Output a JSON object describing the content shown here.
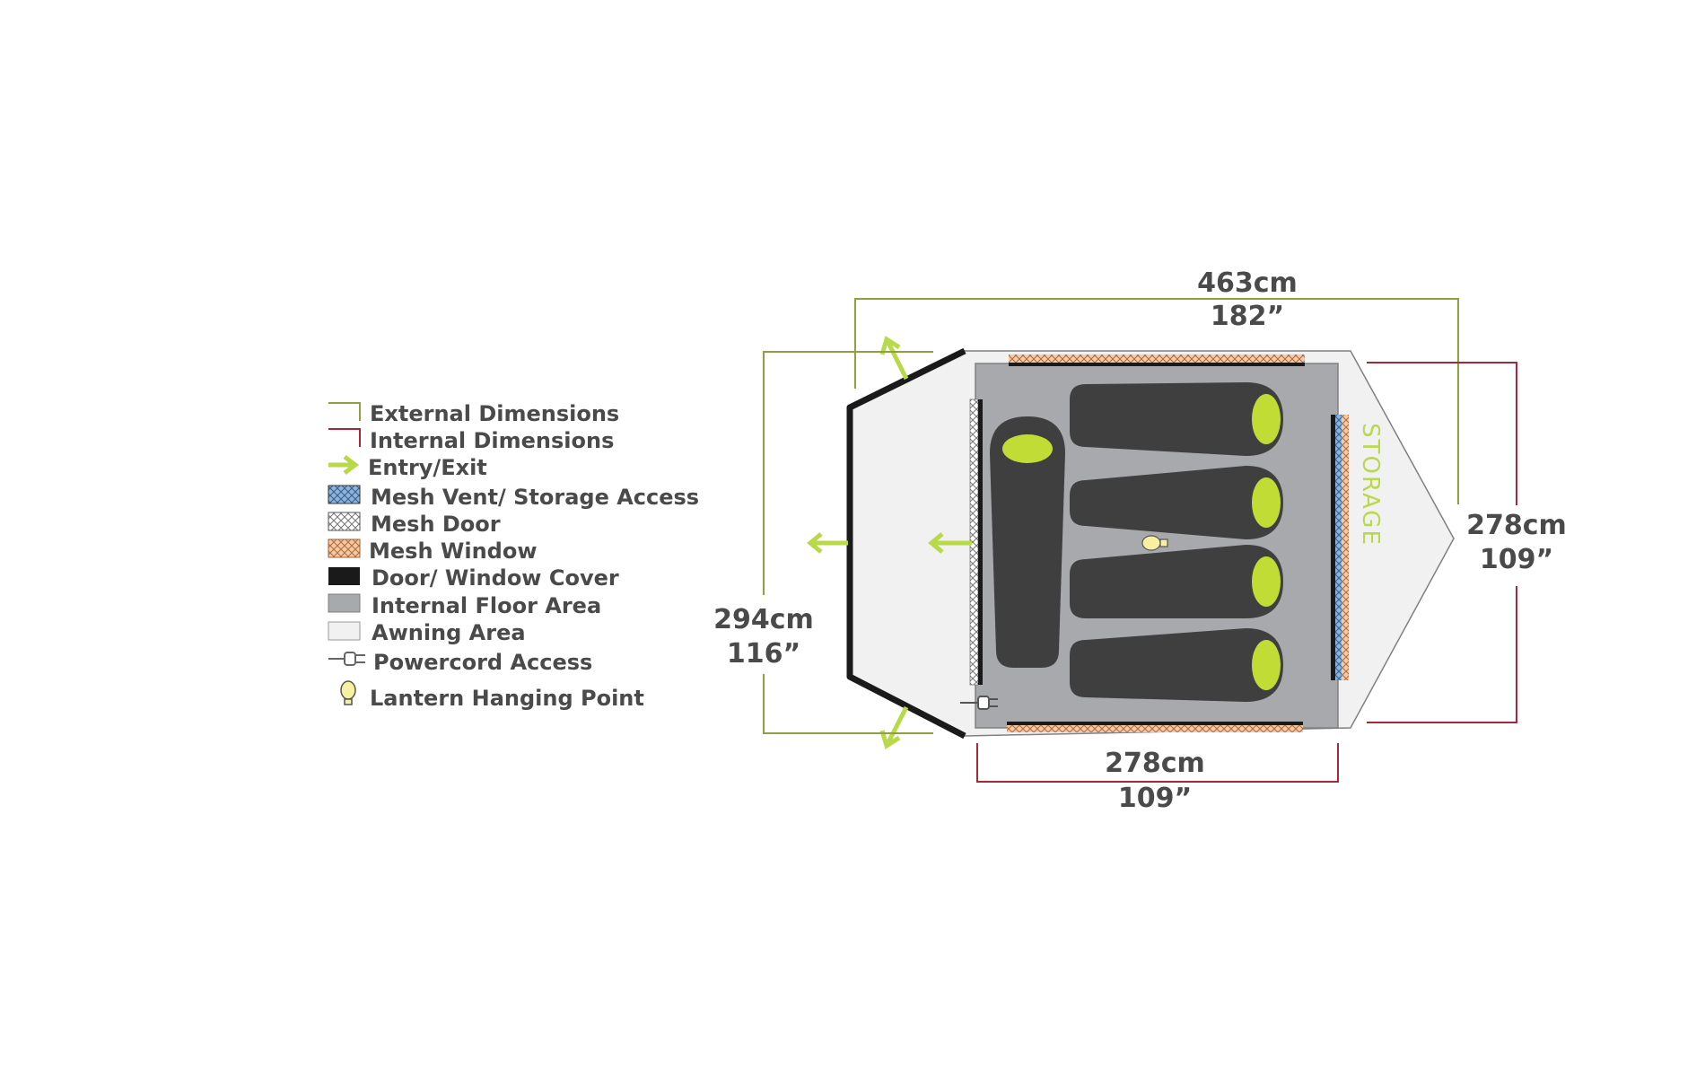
{
  "legend": {
    "items": [
      {
        "label": "External Dimensions",
        "icon": "external-dimensions-icon"
      },
      {
        "label": "Internal Dimensions",
        "icon": "internal-dimensions-icon"
      },
      {
        "label": "Entry/Exit",
        "icon": "entry-exit-arrow-icon"
      },
      {
        "label": "Mesh Vent/ Storage Access",
        "icon": "mesh-vent-swatch"
      },
      {
        "label": "Mesh Door",
        "icon": "mesh-door-swatch"
      },
      {
        "label": "Mesh Window",
        "icon": "mesh-window-swatch"
      },
      {
        "label": "Door/ Window Cover",
        "icon": "door-window-cover-swatch"
      },
      {
        "label": "Internal Floor Area",
        "icon": "internal-floor-swatch"
      },
      {
        "label": "Awning Area",
        "icon": "awning-area-swatch"
      },
      {
        "label": "Powercord Access",
        "icon": "powercord-icon"
      },
      {
        "label": "Lantern Hanging Point",
        "icon": "lantern-icon"
      }
    ]
  },
  "dimensions": {
    "length_external": {
      "metric": "463cm",
      "imperial": "182”"
    },
    "width_external": {
      "metric": "294cm",
      "imperial": "116”"
    },
    "width_internal": {
      "metric": "278cm",
      "imperial": "109”"
    },
    "length_internal": {
      "metric": "278cm",
      "imperial": "109”"
    }
  },
  "storage_label": "STORAGE",
  "colors": {
    "external_line": "#8fa043",
    "internal_line": "#a3283a",
    "entry_arrow": "#b8d94a",
    "floor": "#a7a9ac",
    "awning": "#f1f1f2",
    "sleeping_bag": "#3f3f40",
    "bag_hood": "#c2dc36",
    "cover": "#1a1a1a",
    "mesh_vent": "#5b88b8",
    "mesh_window": "#d9a074",
    "text": "#4a4a4a"
  }
}
